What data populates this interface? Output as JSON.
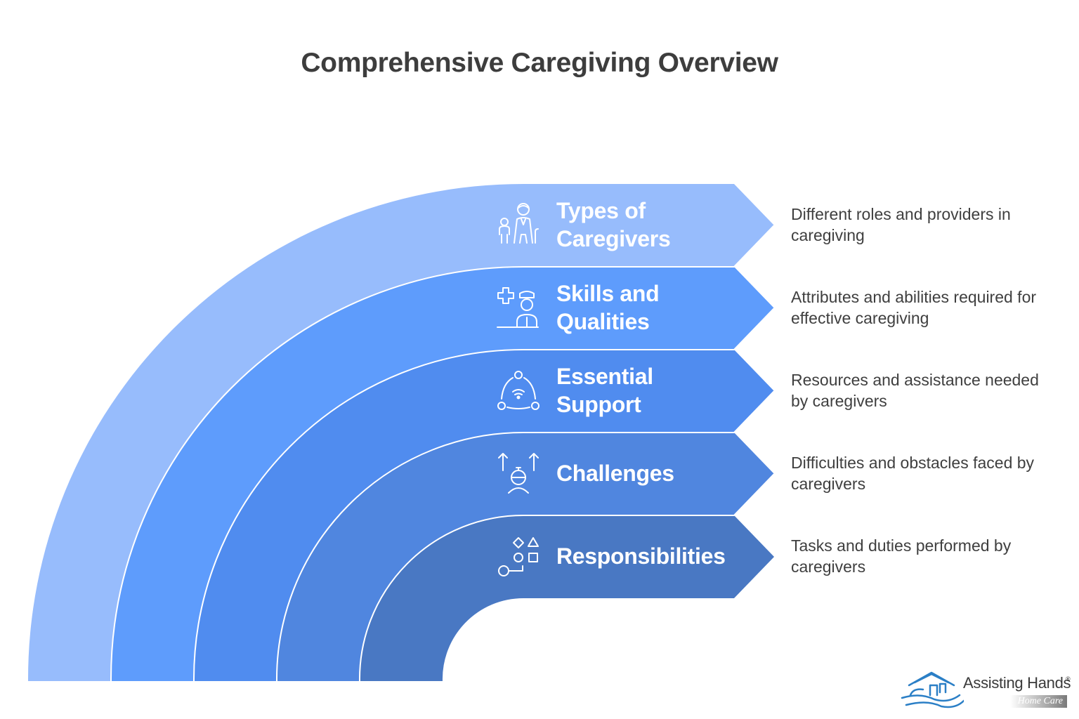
{
  "title": "Comprehensive Caregiving Overview",
  "colors": {
    "band_1": "#97bcfc",
    "band_2": "#5e9cfc",
    "band_3": "#508cef",
    "band_4": "#5086df",
    "band_5": "#4978c3",
    "title_text": "#3d3d3d",
    "description_text": "#3f3f3f",
    "logo_blue": "#2b7fc6"
  },
  "items": [
    {
      "label_line1": "Types of",
      "label_line2": "Caregivers",
      "icon": "caregiver-family-icon",
      "description": "Different roles and providers in caregiving"
    },
    {
      "label_line1": "Skills and",
      "label_line2": "Qualities",
      "icon": "nurse-medical-cross-icon",
      "description": "Attributes and abilities required for effective caregiving"
    },
    {
      "label_line1": "Essential",
      "label_line2": "Support",
      "icon": "support-network-icon",
      "description": "Resources and assistance needed by caregivers"
    },
    {
      "label_line1": "Challenges",
      "label_line2": "",
      "icon": "person-up-arrows-icon",
      "description": "Difficulties and obstacles faced by caregivers"
    },
    {
      "label_line1": "Responsibilities",
      "label_line2": "",
      "icon": "shapes-tasks-icon",
      "description": "Tasks and duties performed by caregivers"
    }
  ],
  "logo": {
    "name": "Assisting Hands",
    "registered": "®",
    "tagline": "Home Care",
    "icon": "house-hand-logo-icon"
  }
}
